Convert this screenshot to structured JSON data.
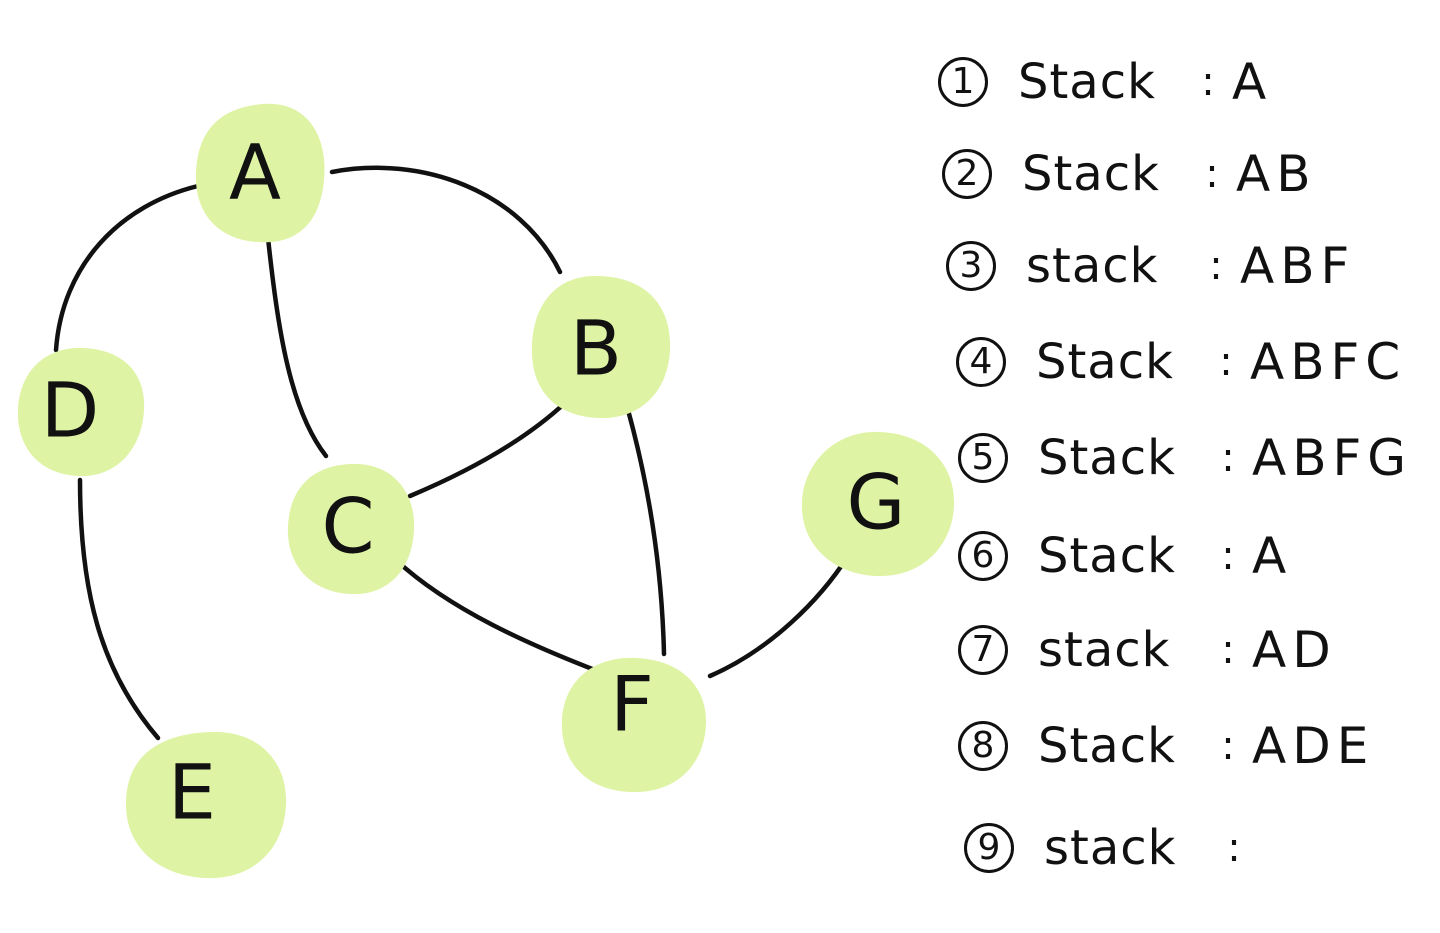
{
  "graph": {
    "node_color": "#dff3a4",
    "edge_color": "#111111",
    "nodes": [
      {
        "id": "A",
        "label": "A"
      },
      {
        "id": "B",
        "label": "B"
      },
      {
        "id": "C",
        "label": "C"
      },
      {
        "id": "D",
        "label": "D"
      },
      {
        "id": "E",
        "label": "E"
      },
      {
        "id": "F",
        "label": "F"
      },
      {
        "id": "G",
        "label": "G"
      }
    ],
    "edges": [
      {
        "from": "A",
        "to": "B"
      },
      {
        "from": "A",
        "to": "D"
      },
      {
        "from": "A",
        "to": "C"
      },
      {
        "from": "B",
        "to": "C"
      },
      {
        "from": "B",
        "to": "F"
      },
      {
        "from": "C",
        "to": "F"
      },
      {
        "from": "F",
        "to": "G"
      },
      {
        "from": "D",
        "to": "E"
      }
    ]
  },
  "stack_steps": [
    {
      "step": "1",
      "word": "Stack",
      "colon": ":",
      "contents": "A"
    },
    {
      "step": "2",
      "word": "Stack",
      "colon": ":",
      "contents": "AB"
    },
    {
      "step": "3",
      "word": "stack",
      "colon": ":",
      "contents": "ABF"
    },
    {
      "step": "4",
      "word": "Stack",
      "colon": ":",
      "contents": "ABFC"
    },
    {
      "step": "5",
      "word": "Stack",
      "colon": ":",
      "contents": "ABFG"
    },
    {
      "step": "6",
      "word": "Stack",
      "colon": ":",
      "contents": "A"
    },
    {
      "step": "7",
      "word": "stack",
      "colon": ":",
      "contents": "AD"
    },
    {
      "step": "8",
      "word": "Stack",
      "colon": ":",
      "contents": "ADE"
    },
    {
      "step": "9",
      "word": "stack",
      "colon": ":",
      "contents": ""
    }
  ]
}
